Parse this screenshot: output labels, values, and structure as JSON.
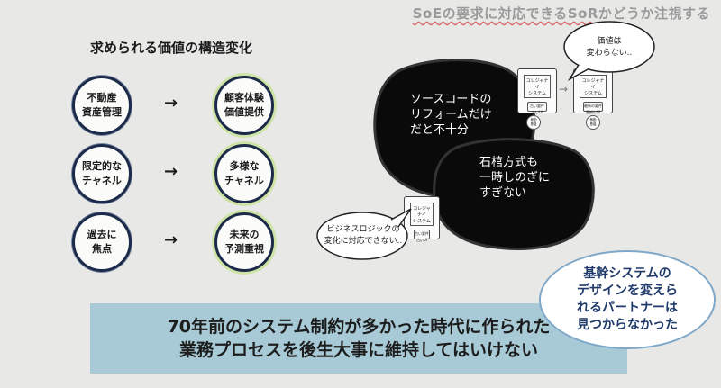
{
  "header": {
    "title_part1": "SoEの要求に対応できる",
    "title_part2": "SoR",
    "title_part3": "かどうか注視する"
  },
  "structure": {
    "heading": "求められる価値の構造変化",
    "arrow_glyph": "→",
    "rows": [
      {
        "from": "不動産\n資産管理",
        "to": "顧客体験\n価値提供"
      },
      {
        "from": "限定的な\nチャネル",
        "to": "多様な\nチャネル"
      },
      {
        "from": "過去に\n焦点",
        "to": "未来の\n予測重視"
      }
    ]
  },
  "illustration": {
    "blob1_text": "ソースコードの\nリフォームだけ\nだと不十分",
    "blob2_text": "石棺方式も\n一時しのぎに\nすぎない",
    "speech_top": "価値は\n変わらない..",
    "speech_left": "ビジネスロジックの\n変化に対応できない..",
    "device_screen": "コレジャナイ\nシステム",
    "device_screen_right": "コレジャナイ\nシステム",
    "device_button": "古い要件\n古いUI",
    "device_button_right": "最新の要件\n最新のUI",
    "circle_label": "稼動\n基盤",
    "arrow_glyph": "→"
  },
  "partner_note": "基幹システムの\nデザインを変えら\nれるパートナーは\n見つからなかった",
  "banner": {
    "line1": "70年前のシステム制約が多かった時代に作られた",
    "line2": "業務プロセスを後生大事に維持してはいけない"
  },
  "colors": {
    "background": "#e8e8e6",
    "banner": "#a7cad6",
    "bubble_border": "#1d2b4a",
    "bubble_glow": "#cfe3a6",
    "partner_text": "#1f3a6a"
  }
}
